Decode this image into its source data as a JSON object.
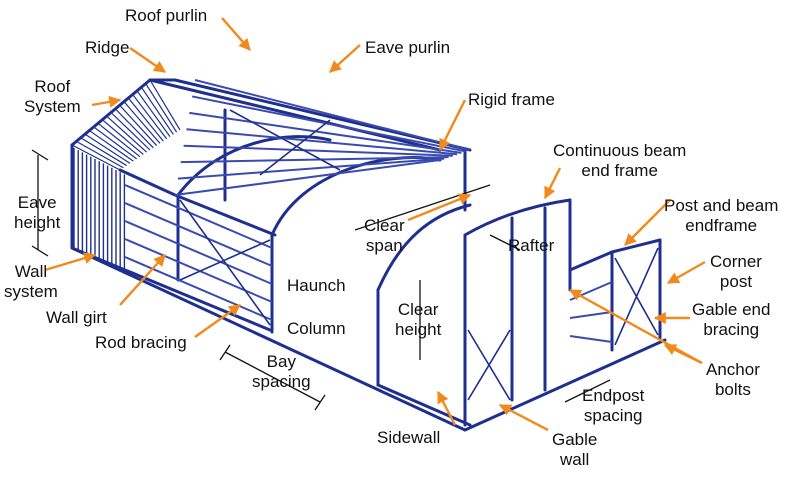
{
  "colors": {
    "steel": "#1f2f8f",
    "steel_light": "#3a4bb0",
    "arrow": "#f08a1c",
    "dim": "#111111",
    "text": "#111111"
  },
  "labels": {
    "roof_purlin": "Roof purlin",
    "ridge": "Ridge",
    "eave_purlin": "Eave purlin",
    "roof_system": "Roof\nSystem",
    "rigid_frame": "Rigid frame",
    "continuous_beam_end_frame": "Continuous beam\nend frame",
    "eave_height": "Eave\nheight",
    "clear_span": "Clear\nspan",
    "rafter": "Rafter",
    "post_and_beam_endframe": "Post and beam\nendframe",
    "wall_system": "Wall\nsystem",
    "corner_post": "Corner\npost",
    "haunch": "Haunch",
    "wall_girt": "Wall girt",
    "clear_height": "Clear\nheight",
    "gable_end_bracing": "Gable end\nbracing",
    "column": "Column",
    "rod_bracing": "Rod bracing",
    "anchor_bolts": "Anchor\nbolts",
    "bay_spacing": "Bay\nspacing",
    "endpost_spacing": "Endpost\nspacing",
    "sidewall": "Sidewall",
    "gable_wall": "Gable\nwall"
  }
}
